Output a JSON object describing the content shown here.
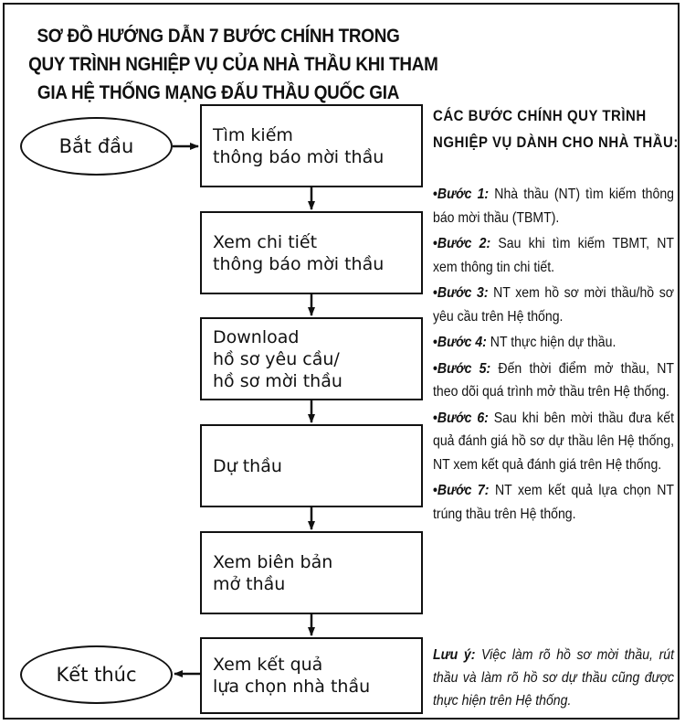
{
  "title": {
    "line1": "SƠ ĐỒ HƯỚNG DẪN 7 BƯỚC CHÍNH TRONG",
    "line2": "QUY TRÌNH NGHIỆP VỤ CỦA NHÀ THẦU KHI THAM",
    "line3": "GIA HỆ THỐNG MẠNG ĐẤU THẦU QUỐC GIA"
  },
  "flow": {
    "start": "Bắt đầu",
    "end": "Kết thúc",
    "steps": [
      "Tìm kiếm\nthông báo mời thầu",
      "Xem chi tiết\nthông báo mời thầu",
      "Download\nhồ sơ yêu cầu/\nhồ sơ mời thầu",
      "Dự thầu",
      "Xem biên bản\nmở thầu",
      "Xem kết quả\nlựa chọn nhà thầu"
    ]
  },
  "side": {
    "heading_line1": "CÁC BƯỚC CHÍNH QUY TRÌNH",
    "heading_line2": "NGHIỆP VỤ DÀNH CHO NHÀ THẦU:",
    "bullet": "•",
    "steps": [
      {
        "label": "Bước 1:",
        "text": "Nhà thầu (NT) tìm kiếm thông báo mời thầu (TBMT)."
      },
      {
        "label": "Bước 2:",
        "text": "Sau khi tìm kiếm TBMT, NT xem thông tin chi tiết."
      },
      {
        "label": "Bước 3:",
        "text": "NT xem hồ sơ mời thầu/hồ sơ yêu cầu trên Hệ thống."
      },
      {
        "label": "Bước 4:",
        "text": "NT thực hiện dự thầu."
      },
      {
        "label": "Bước 5:",
        "text": "Đến thời điểm mở thầu, NT theo dõi quá trình mở thầu trên Hệ thống."
      },
      {
        "label": "Bước 6:",
        "text": "Sau khi bên mời thầu đưa kết quả đánh giá hồ sơ dự thầu lên Hệ thống, NT xem kết quả đánh giá trên Hệ thống."
      },
      {
        "label": "Bước 7:",
        "text": "NT xem kết quả lựa chọn NT trúng thầu trên Hệ thống."
      }
    ],
    "note_label": "Lưu ý:",
    "note_text": "Việc làm rõ hồ sơ mời thầu, rút thầu và làm rõ hồ sơ dự thầu cũng được thực hiện trên Hệ thống."
  }
}
